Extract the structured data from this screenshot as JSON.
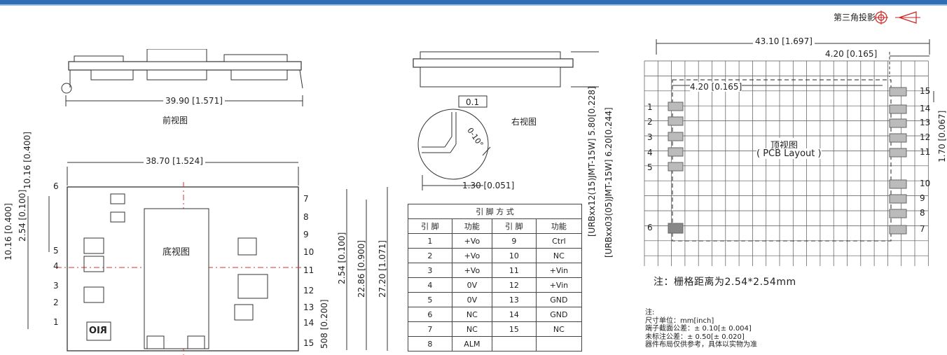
{
  "projection": {
    "label": "第三角投影"
  },
  "front_view": {
    "caption": "前视图",
    "width_dim": "39.90 [1.571]"
  },
  "right_view": {
    "caption": "右视图",
    "flatness": "0.1",
    "angle": "0-10°",
    "lead_dim": "1.30 [0.051]",
    "height_dim_a": "[URBxx12(15)JMT-15W] 5.80[0.228]",
    "height_dim_b": "[URBxx03(05)JMT-15W] 6.20[0.244]"
  },
  "bottom_view": {
    "caption": "底视图",
    "width_dim": "38.70 [1.524]",
    "dim_top_left": "10.16 [0.400]",
    "dim_left_a": "10.16 [0.400]",
    "dim_left_b": "2.54 [0.100]",
    "dim_right_a": "2.54 [0.100]",
    "dim_right_b": "22.86 [0.900]",
    "dim_right_c": "27.20 [1.071]",
    "dim_right_d": "508 [0.200]",
    "marking": "RIO",
    "left_pins": [
      "6",
      "5",
      "4",
      "3",
      "2",
      "1"
    ],
    "right_pins": [
      "7",
      "8",
      "9",
      "10",
      "11",
      "12",
      "13",
      "14",
      "15"
    ]
  },
  "pin_table": {
    "title": "引 脚 方 式",
    "headers": [
      "引 脚",
      "功能",
      "引 脚",
      "功能"
    ],
    "rows": [
      [
        "1",
        "+Vo",
        "9",
        "Ctrl"
      ],
      [
        "2",
        "+Vo",
        "10",
        "NC"
      ],
      [
        "3",
        "+Vo",
        "11",
        "+Vin"
      ],
      [
        "4",
        "0V",
        "12",
        "+Vin"
      ],
      [
        "5",
        "0V",
        "13",
        "GND"
      ],
      [
        "6",
        "NC",
        "14",
        "GND"
      ],
      [
        "7",
        "NC",
        "15",
        "NC"
      ],
      [
        "8",
        "ALM",
        "",
        ""
      ]
    ]
  },
  "top_view": {
    "caption": "顶视图",
    "sub_caption": "( PCB Layout )",
    "width_dim": "43.10 [1.697]",
    "offset_dim": "4.20 [0.165]",
    "inner_dim": "4.20 [0.165]",
    "pitch_dim": "1.70 [0.067]",
    "left_pins": [
      "1",
      "2",
      "3",
      "4",
      "5",
      "6"
    ],
    "right_pins": [
      "15",
      "14",
      "13",
      "12",
      "11",
      "10",
      "9",
      "8",
      "7"
    ]
  },
  "notes": {
    "grid_note": "注：栅格距离为2.54*2.54mm",
    "lines": [
      "注:",
      "尺寸单位：mm[inch]",
      "端子截面公差：± 0.10[± 0.004]",
      "未标注公差：± 0.50[± 0.020]",
      "器件布局仅供参考，具体以实物为准"
    ]
  }
}
